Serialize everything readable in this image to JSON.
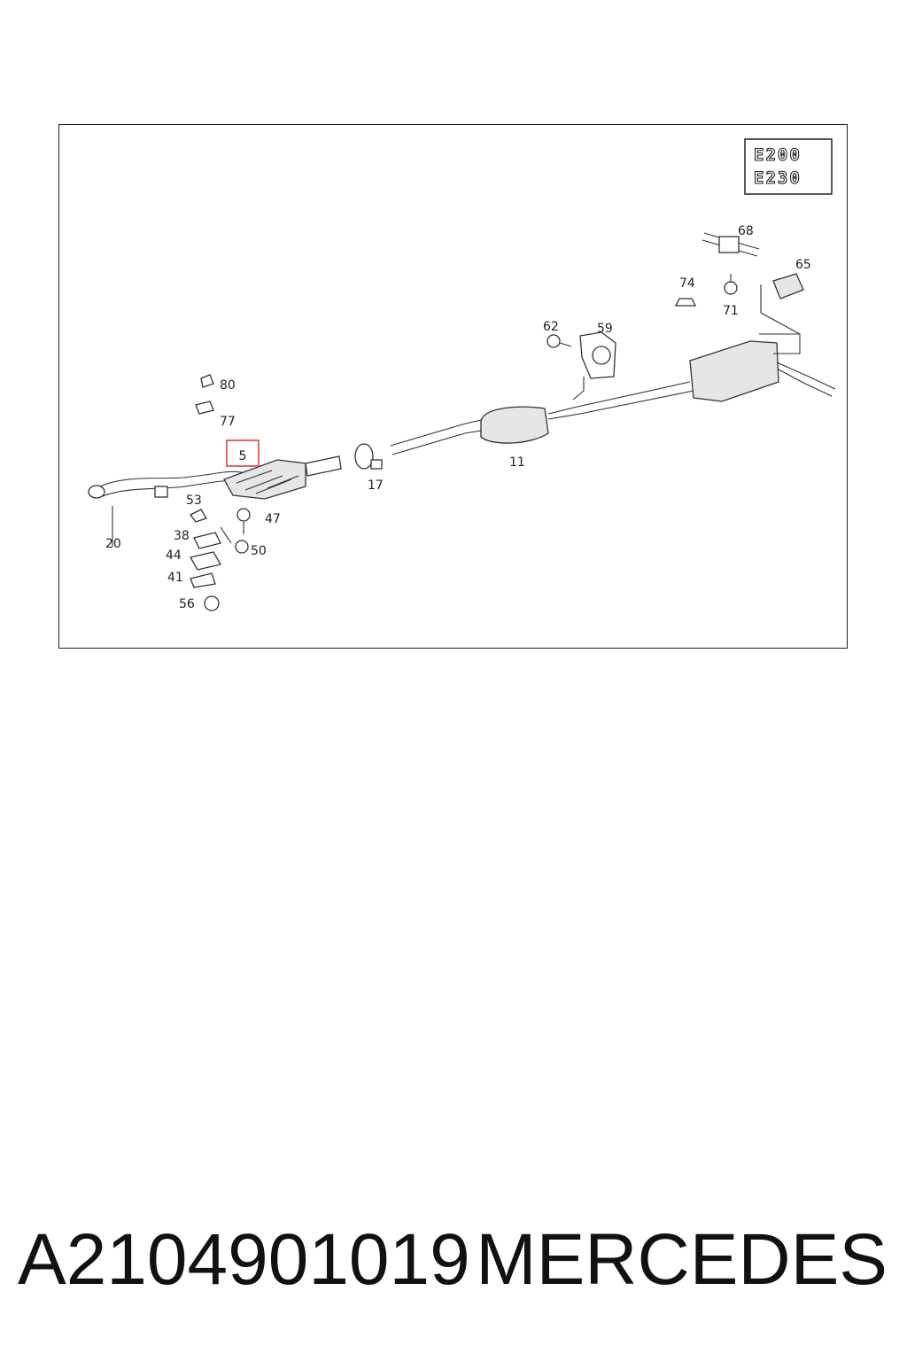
{
  "diagram": {
    "models": [
      "E200",
      "E230"
    ],
    "highlighted_callout": "5",
    "highlight_color": "#e0403a",
    "callouts": {
      "c5": "5",
      "c11": "11",
      "c17": "17",
      "c20": "20",
      "c38": "38",
      "c41": "41",
      "c44": "44",
      "c47": "47",
      "c50": "50",
      "c53": "53",
      "c56": "56",
      "c59": "59",
      "c62": "62",
      "c65": "65",
      "c68": "68",
      "c71": "71",
      "c74": "74",
      "c77": "77",
      "c80": "80"
    }
  },
  "footer": {
    "part_number": "A2104901019",
    "brand": "MERCEDES"
  }
}
